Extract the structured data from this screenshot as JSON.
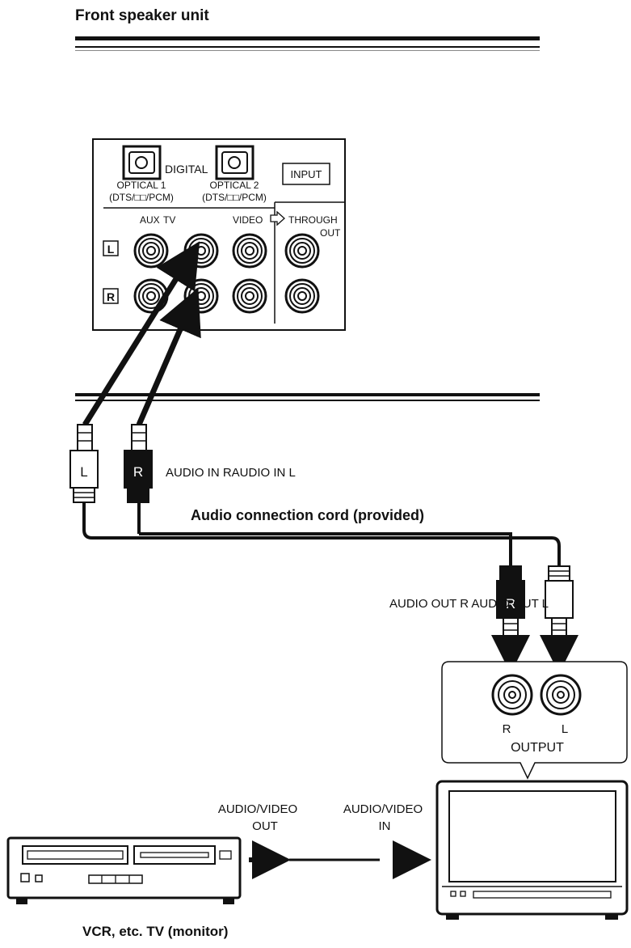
{
  "header": {
    "title": "Front speaker unit"
  },
  "panel": {
    "digital_label": "DIGITAL",
    "input_label": "INPUT",
    "optical1_label": "OPTICAL 1",
    "optical1_formats": "(DTS/□□/PCM)",
    "optical2_label": "OPTICAL 2",
    "optical2_formats": "(DTS/□□/PCM)",
    "aux_label": "AUX",
    "tv_label": "TV",
    "video_label": "VIDEO",
    "through_label": "THROUGH",
    "out_label": "OUT",
    "row_left": "L",
    "row_right": "R"
  },
  "cord": {
    "plug_left": "L",
    "plug_right": "R",
    "audio_in_label": "AUDIO IN RAUDIO IN L",
    "caption": "Audio connection cord (provided)",
    "plug_out_right": "R",
    "audio_out_label": "AUDIO OUT R AUDIO OUT L"
  },
  "tv_output": {
    "jack_r": "R",
    "jack_l": "L",
    "label": "OUTPUT"
  },
  "av_chain": {
    "out_line1": "AUDIO/VIDEO",
    "out_line2": "OUT",
    "in_line1": "AUDIO/VIDEO",
    "in_line2": "IN"
  },
  "footer": {
    "caption": "VCR, etc. TV (monitor)"
  },
  "icons": [
    "optical-jack-icon",
    "rca-jack-icon",
    "rca-plug-icon",
    "vcr-icon",
    "tv-monitor-icon",
    "arrow-icon"
  ]
}
